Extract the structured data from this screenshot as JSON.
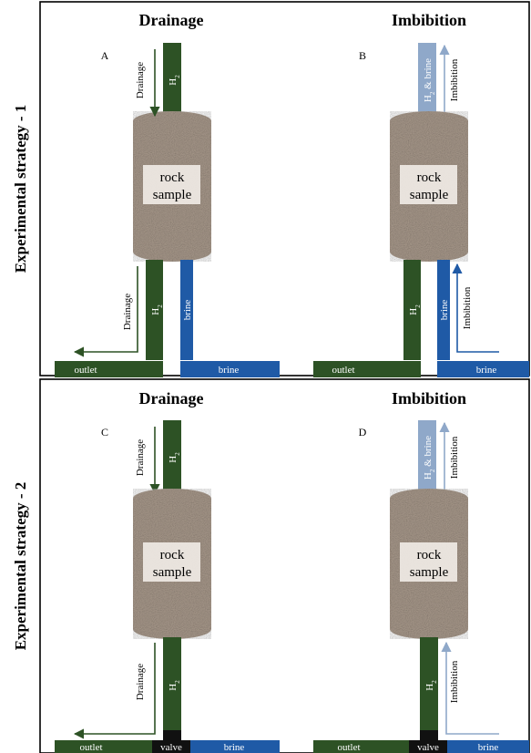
{
  "strategies": [
    {
      "label": "Experimental strategy - 1"
    },
    {
      "label": "Experimental strategy - 2"
    }
  ],
  "panels": [
    {
      "id": "A",
      "title": "Drainage",
      "flow_label": "Drainage",
      "top_pipe_label": "H2",
      "top_pipe_sub": "2",
      "rock_line1": "rock",
      "rock_line2": "sample",
      "bottom_left_label": "H2",
      "bottom_left_sub": "2",
      "bottom_right_label": "brine",
      "outlet_label": "outlet",
      "brine_label": "brine"
    },
    {
      "id": "B",
      "title": "Imbibition",
      "flow_label": "Imbibition",
      "top_pipe_label": "H2 & brine",
      "top_pipe_sub": "2",
      "rock_line1": "rock",
      "rock_line2": "sample",
      "bottom_left_label": "H2",
      "bottom_left_sub": "2",
      "bottom_right_label": "brine",
      "outlet_label": "outlet",
      "brine_label": "brine"
    },
    {
      "id": "C",
      "title": "Drainage",
      "flow_label": "Drainage",
      "top_pipe_label": "H2",
      "top_pipe_sub": "2",
      "rock_line1": "rock",
      "rock_line2": "sample",
      "bottom_left_label": "H2",
      "bottom_left_sub": "2",
      "outlet_label": "outlet",
      "valve_label": "valve",
      "brine_label": "brine"
    },
    {
      "id": "D",
      "title": "Imbibition",
      "flow_label": "Imbibition",
      "top_pipe_label": "H2 & brine",
      "top_pipe_sub": "2",
      "rock_line1": "rock",
      "rock_line2": "sample",
      "bottom_left_label": "H2",
      "bottom_left_sub": "2",
      "outlet_label": "outlet",
      "valve_label": "valve",
      "brine_label": "brine"
    }
  ],
  "colors": {
    "gas_pipe": "#2d5225",
    "brine_pipe": "#1f5aa6",
    "mixed_pipe": "#8fa8c9",
    "rock": "#a99a8c",
    "label_box": "#efe9e4",
    "valve": "#111111",
    "arrow_drainage": "#2d5225",
    "arrow_imbibition_bottom": "#1f5aa6",
    "arrow_imbibition_top": "#8fa8c9"
  }
}
